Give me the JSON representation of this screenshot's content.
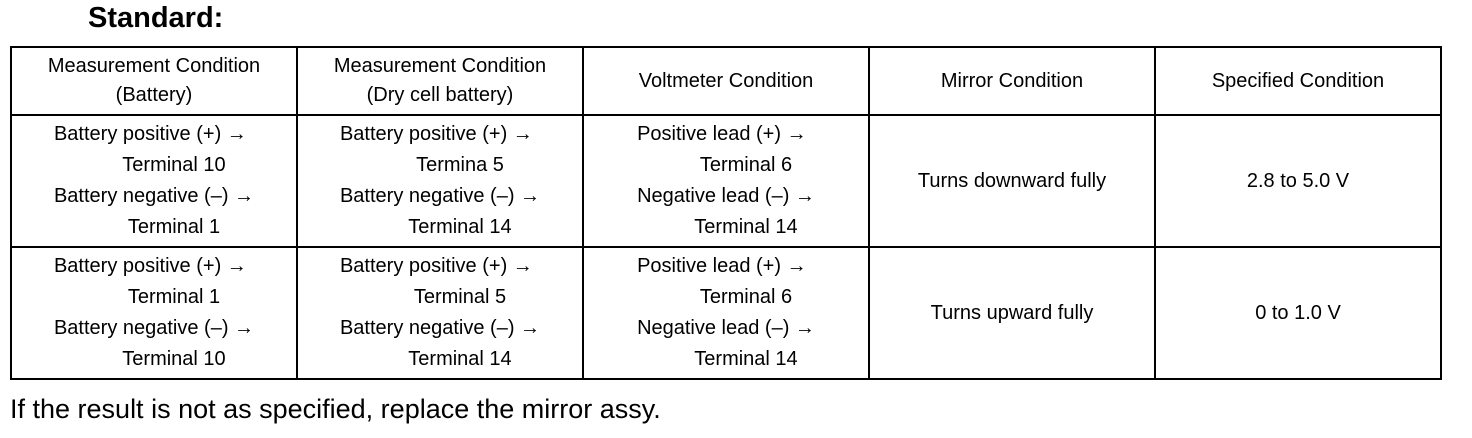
{
  "heading": "Standard:",
  "table": {
    "headers": [
      [
        "Measurement Condition",
        "(Battery)"
      ],
      [
        "Measurement Condition",
        "(Dry cell battery)"
      ],
      [
        "Voltmeter Condition"
      ],
      [
        "Mirror Condition"
      ],
      [
        "Specified Condition"
      ]
    ],
    "rows": [
      {
        "battery": [
          "Battery positive (+) →",
          "Terminal 10",
          "Battery negative (–) →",
          "Terminal 1"
        ],
        "dry_cell": [
          "Battery positive (+) →",
          "Termina 5",
          "Battery negative (–) →",
          "Terminal 14"
        ],
        "voltmeter": [
          "Positive lead (+) →",
          "Terminal 6",
          "Negative lead (–) →",
          "Terminal 14"
        ],
        "mirror": "Turns downward fully",
        "specified": "2.8 to 5.0 V"
      },
      {
        "battery": [
          "Battery positive (+) →",
          "Terminal 1",
          "Battery negative (–) →",
          "Terminal 10"
        ],
        "dry_cell": [
          "Battery positive (+) →",
          "Terminal 5",
          "Battery negative (–) →",
          "Terminal 14"
        ],
        "voltmeter": [
          "Positive lead (+) →",
          "Terminal 6",
          "Negative lead (–) →",
          "Terminal 14"
        ],
        "mirror": "Turns upward fully",
        "specified": "0 to 1.0 V"
      }
    ]
  },
  "footer": "If the result is not as specified, replace the mirror assy."
}
